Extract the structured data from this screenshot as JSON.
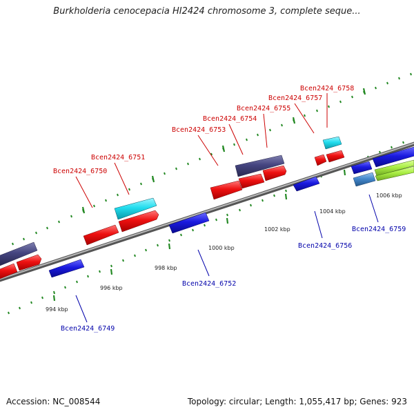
{
  "header": {
    "title": "Burkholderia cenocepacia HI2424 chromosome 3, complete seque..."
  },
  "footer": {
    "accession": "Accession: NC_008544",
    "summary": "Topology: circular; Length: 1,055,417 bp; Genes: 923"
  },
  "colors": {
    "forward_gene": "#ee1111",
    "reverse_gene": "#1a1adf",
    "dark_feature": "#454580",
    "cyan_feature": "#22ddee",
    "light_blue_feature": "#4488cc",
    "lime_feature": "#aaee44",
    "backbone": "#8a8a8a",
    "tick": "#228822",
    "label_red": "#cc0000",
    "label_blue": "#0000aa"
  },
  "kbp_labels": [
    "994 kbp",
    "996 kbp",
    "998 kbp",
    "1000 kbp",
    "1002 kbp",
    "1004 kbp",
    "1006 kbp"
  ],
  "gene_labels_top": [
    "Bcen2424_6750",
    "Bcen2424_6751",
    "Bcen2424_6753",
    "Bcen2424_6754",
    "Bcen2424_6755",
    "Bcen2424_6757",
    "Bcen2424_6758"
  ],
  "gene_labels_bottom": [
    "Bcen2424_6749",
    "Bcen2424_6752",
    "Bcen2424_6756",
    "Bcen2424_6759"
  ]
}
